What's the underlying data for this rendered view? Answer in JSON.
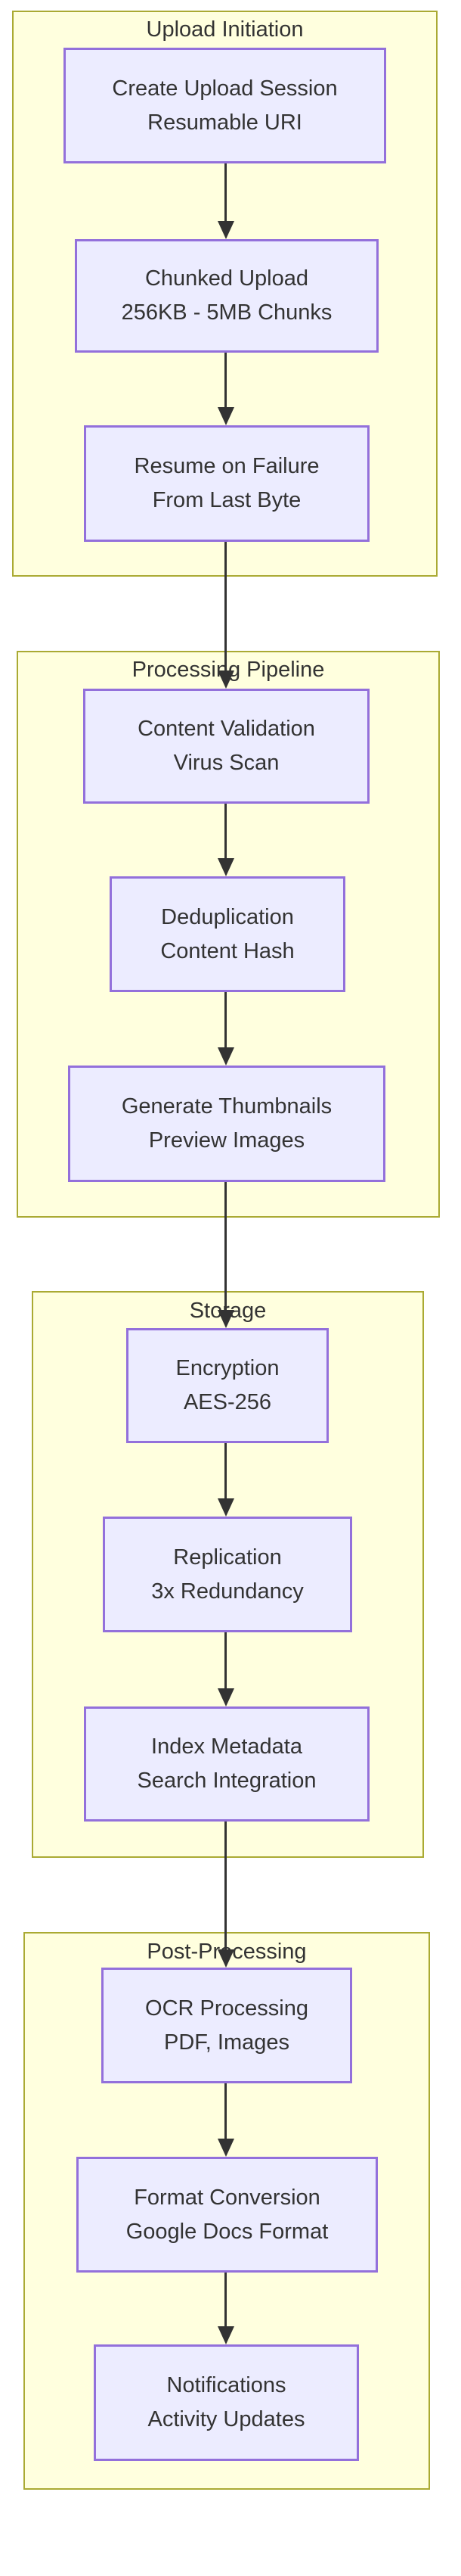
{
  "diagram_type": "flowchart-top-down",
  "colors": {
    "section_fill": "#ffffde",
    "section_border": "#aaaa33",
    "node_fill": "#ececff",
    "node_border": "#9370db",
    "text": "#333333",
    "arrow": "#333333"
  },
  "sections": [
    {
      "title": "Upload Initiation",
      "nodes": [
        {
          "line1": "Create Upload Session",
          "line2": "Resumable URI"
        },
        {
          "line1": "Chunked Upload",
          "line2": "256KB - 5MB Chunks"
        },
        {
          "line1": "Resume on Failure",
          "line2": "From Last Byte"
        }
      ]
    },
    {
      "title": "Processing Pipeline",
      "nodes": [
        {
          "line1": "Content Validation",
          "line2": "Virus Scan"
        },
        {
          "line1": "Deduplication",
          "line2": "Content Hash"
        },
        {
          "line1": "Generate Thumbnails",
          "line2": "Preview Images"
        }
      ]
    },
    {
      "title": "Storage",
      "nodes": [
        {
          "line1": "Encryption",
          "line2": "AES-256"
        },
        {
          "line1": "Replication",
          "line2": "3x Redundancy"
        },
        {
          "line1": "Index Metadata",
          "line2": "Search Integration"
        }
      ]
    },
    {
      "title": "Post-Processing",
      "nodes": [
        {
          "line1": "OCR Processing",
          "line2": "PDF, Images"
        },
        {
          "line1": "Format Conversion",
          "line2": "Google Docs Format"
        },
        {
          "line1": "Notifications",
          "line2": "Activity Updates"
        }
      ]
    }
  ],
  "edges": [
    {
      "from": "Create Upload Session",
      "to": "Chunked Upload"
    },
    {
      "from": "Chunked Upload",
      "to": "Resume on Failure"
    },
    {
      "from": "Resume on Failure",
      "to": "Content Validation"
    },
    {
      "from": "Content Validation",
      "to": "Deduplication"
    },
    {
      "from": "Deduplication",
      "to": "Generate Thumbnails"
    },
    {
      "from": "Generate Thumbnails",
      "to": "Encryption"
    },
    {
      "from": "Encryption",
      "to": "Replication"
    },
    {
      "from": "Replication",
      "to": "Index Metadata"
    },
    {
      "from": "Index Metadata",
      "to": "OCR Processing"
    },
    {
      "from": "OCR Processing",
      "to": "Format Conversion"
    },
    {
      "from": "Format Conversion",
      "to": "Notifications"
    }
  ]
}
